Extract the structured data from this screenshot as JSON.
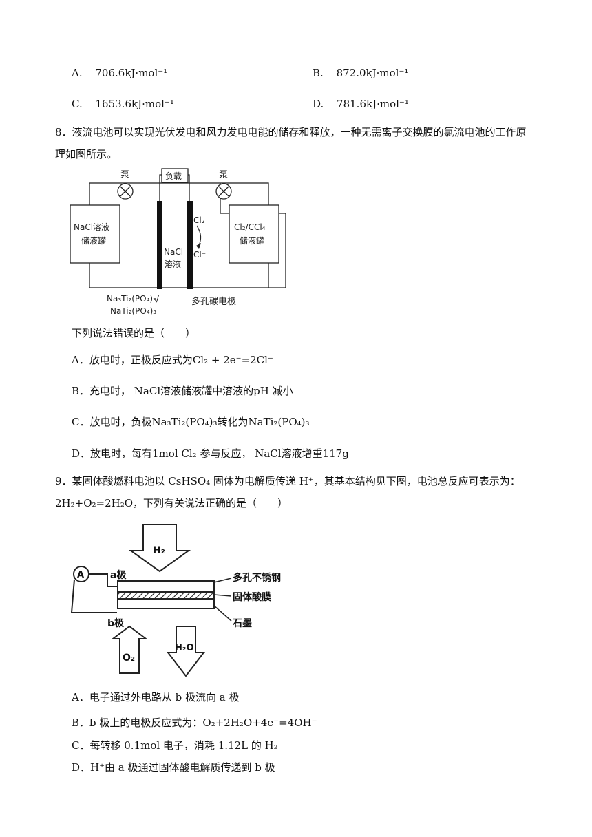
{
  "q7": {
    "opt_a_letter": "A.",
    "opt_a_value": "706.6kJ·mol⁻¹",
    "opt_b_letter": "B.",
    "opt_b_value": "872.0kJ·mol⁻¹",
    "opt_c_letter": "C.",
    "opt_c_value": "1653.6kJ·mol⁻¹",
    "opt_d_letter": "D.",
    "opt_d_value": "781.6kJ·mol⁻¹"
  },
  "q8": {
    "stem_line1": "8．液流电池可以实现光伏发电和风力发电电能的储存和释放，一种无需离子交换膜的氯流电池的工作原",
    "stem_line2": "理如图所示。",
    "figure": {
      "pump_left": "泵",
      "pump_right": "泵",
      "load": "负载",
      "tank_left_line1": "NaCl溶液",
      "tank_left_line2": "储液罐",
      "tank_right_line1": "Cl₂/CCl₄",
      "tank_right_line2": "储液罐",
      "middle_line1": "NaCl",
      "middle_line2": "溶液",
      "cl2": "Cl₂",
      "cl_minus": "Cl⁻",
      "bottom_left_line1": "Na₃Ti₂(PO₄)₃/",
      "bottom_left_line2": "NaTi₂(PO₄)₃",
      "bottom_right": "多孔碳电极"
    },
    "question": "下列说法错误的是（　　）",
    "opt_a": "A．放电时，正极反应式为Cl₂ + 2e⁻=2Cl⁻",
    "opt_b": "B．充电时， NaCl溶液储液罐中溶液的pH 减小",
    "opt_c": "C．放电时，负极Na₃Ti₂(PO₄)₃转化为NaTi₂(PO₄)₃",
    "opt_d": "D．放电时，每有1mol Cl₂ 参与反应， NaCl溶液增重117g"
  },
  "q9": {
    "stem_line1": "9．某固体酸燃料电池以 CsHSO₄ 固体为电解质传递 H⁺，其基本结构见下图，电池总反应可表示为：",
    "stem_line2": "2H₂+O₂=2H₂O，下列有关说法正确的是（　　）",
    "figure": {
      "h2": "H₂",
      "ammeter": "A",
      "a_pole": "a极",
      "b_pole": "b极",
      "label1": "多孔不锈钢",
      "label2": "固体酸膜",
      "label3": "石墨",
      "o2": "O₂",
      "h2o": "H₂O"
    },
    "opt_a": "A．电子通过外电路从 b 极流向 a 极",
    "opt_b": "B．b 极上的电极反应式为：O₂+2H₂O+4e⁻=4OH⁻",
    "opt_c": "C．每转移 0.1mol 电子，消耗 1.12L 的 H₂",
    "opt_d": "D．H⁺由 a 极通过固体酸电解质传递到 b 极"
  }
}
